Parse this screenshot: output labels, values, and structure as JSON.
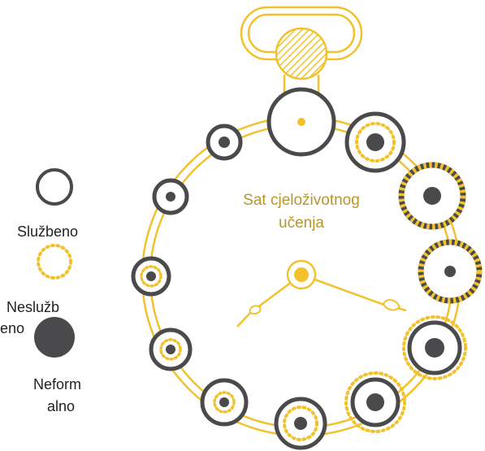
{
  "title": {
    "line1": "Sat cjeloživotnog",
    "line2": "učenja"
  },
  "legend": {
    "formal_label": "Službeno",
    "nonformal_label_line1": "Neslužb",
    "nonformal_label_line2": "eno",
    "informal_label_line1": "Neform",
    "informal_label_line2": "alno"
  },
  "colors": {
    "gold": "#F2C22E",
    "title_gold": "#B8962E",
    "dark": "#4A4A4C",
    "background": "#FFFFFF"
  },
  "icons": {
    "stopwatch": "stopwatch-icon",
    "crown": "crown-icon"
  }
}
